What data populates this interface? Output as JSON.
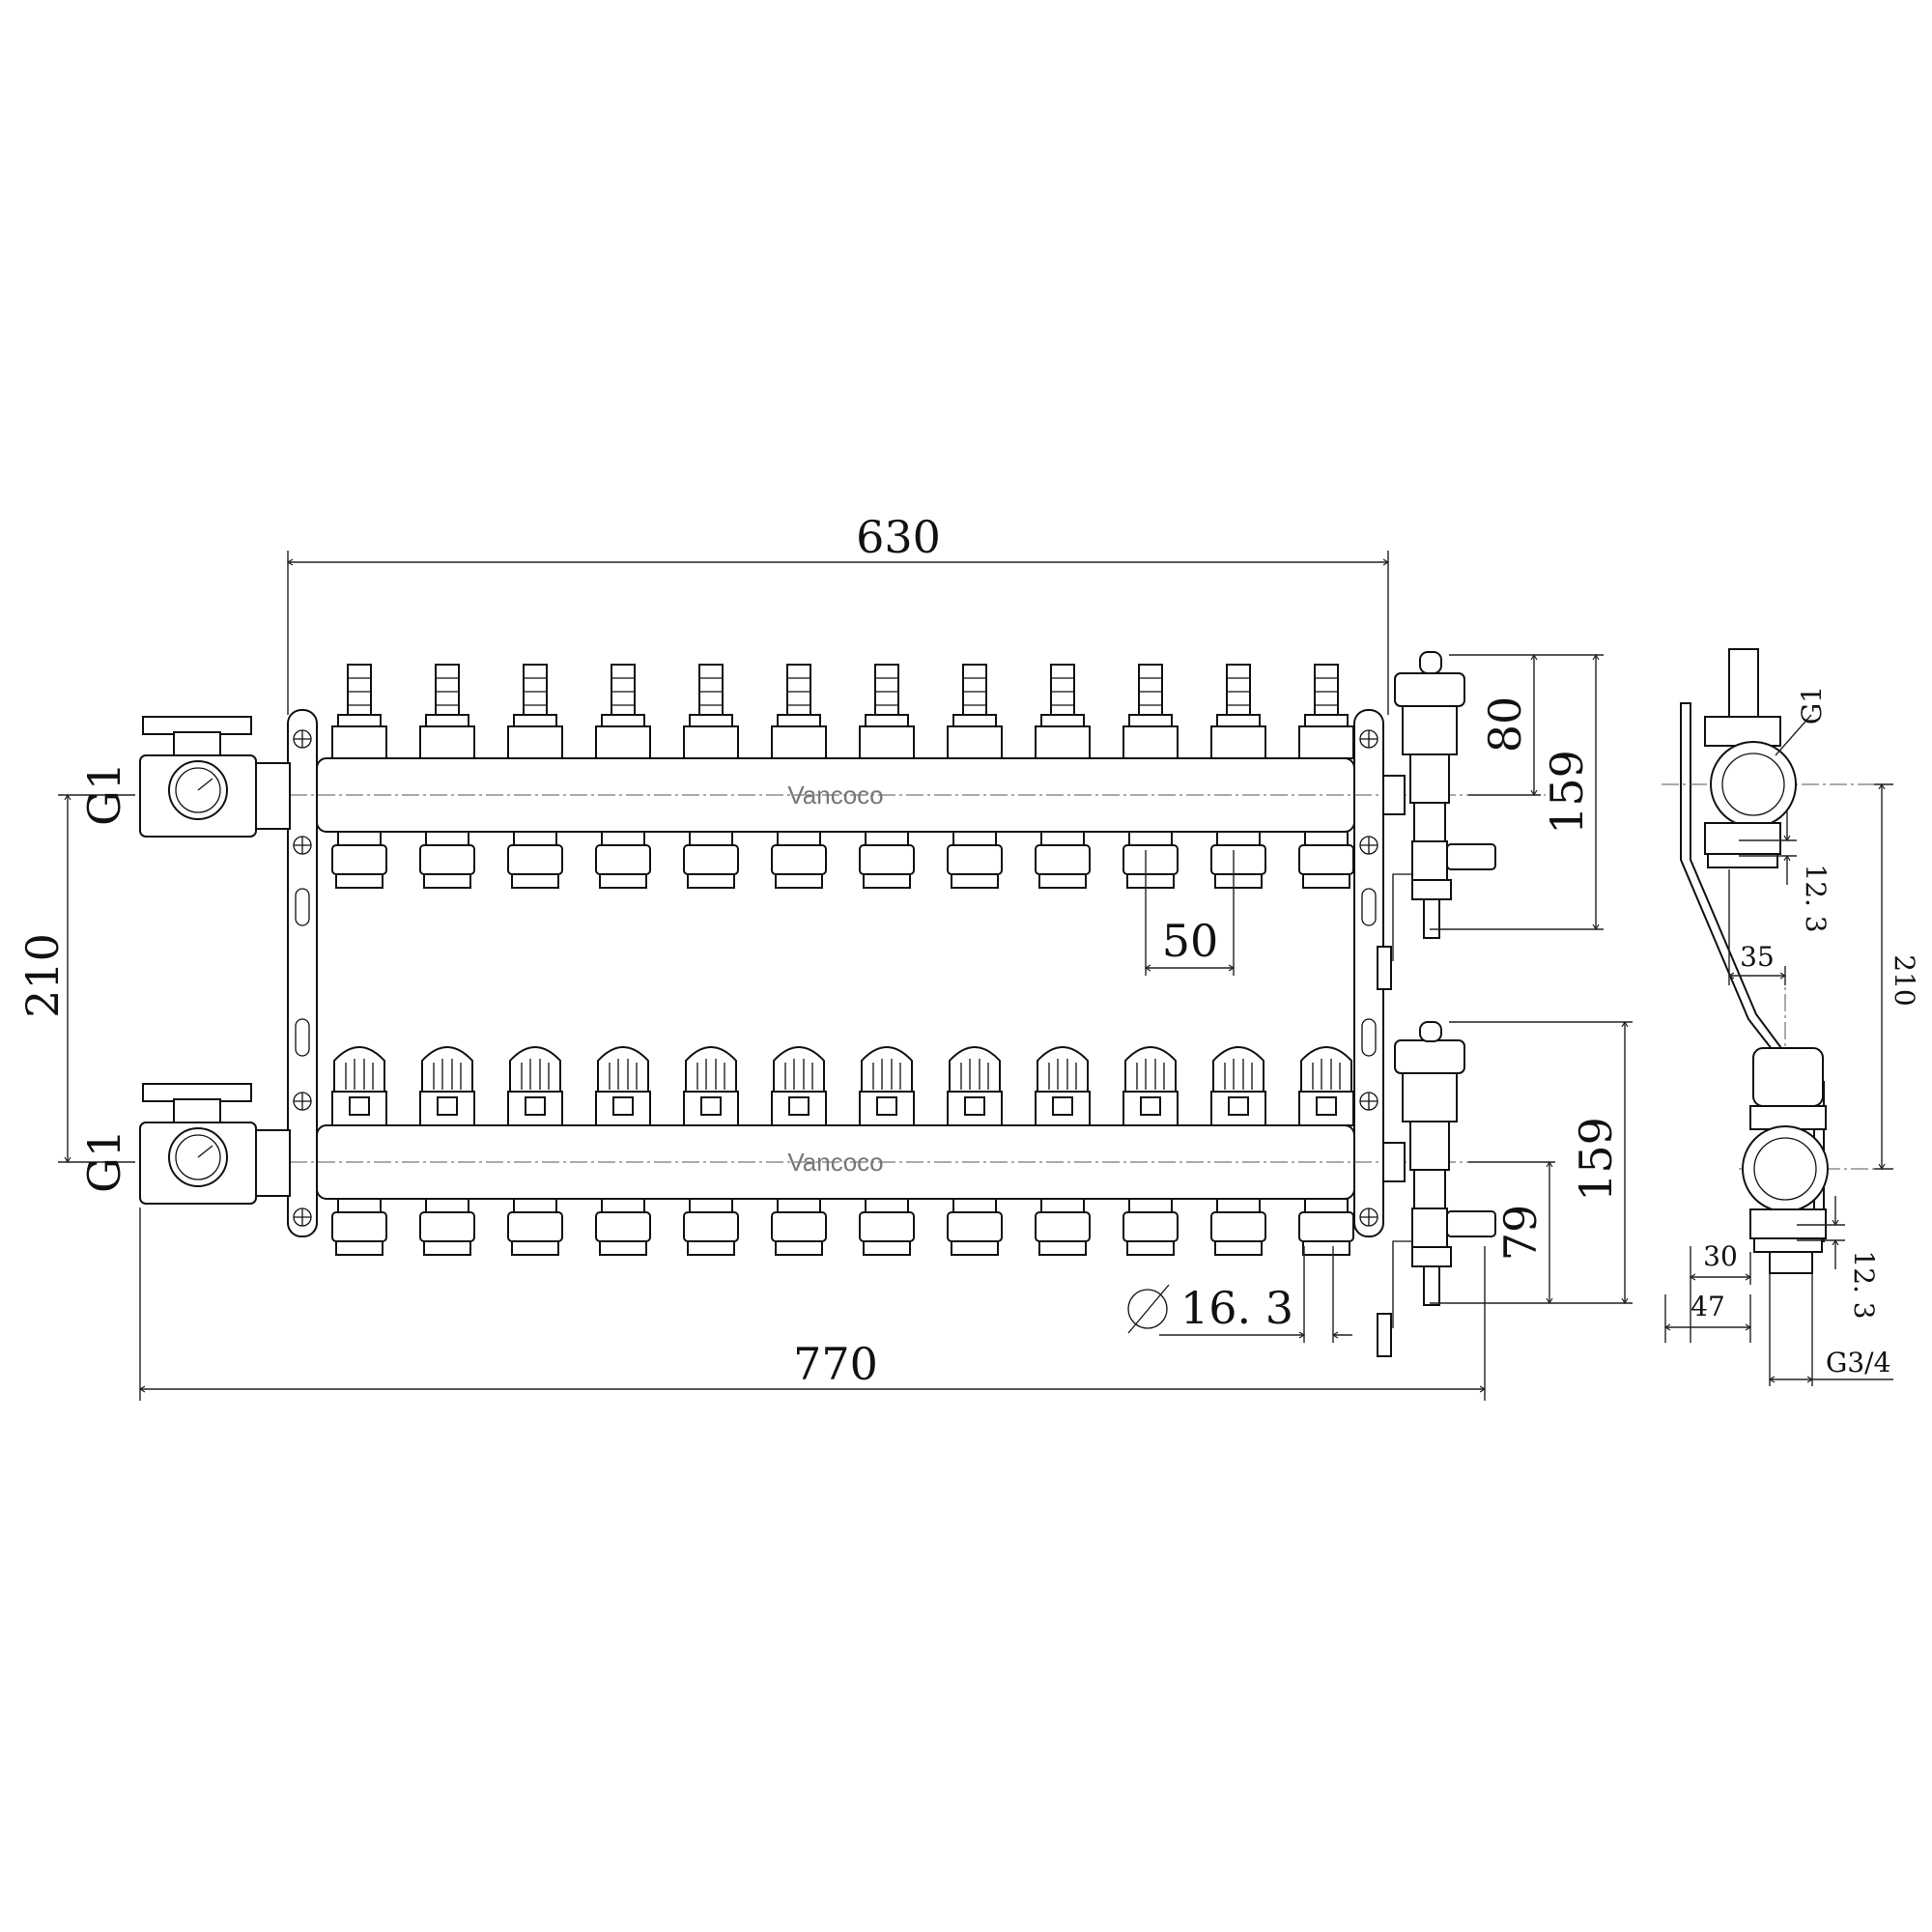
{
  "brand": "Vancoco",
  "dimensions": {
    "overall_length": "770",
    "collector_length": "630",
    "header_spacing": "210",
    "outlet_spacing": "50",
    "supply_height_small": "80",
    "supply_height_large": "159",
    "return_height_small": "79",
    "return_height_large": "159",
    "outlet_diameter": "16. 3",
    "inlet_thread_top": "G1",
    "inlet_thread_bottom": "G1"
  },
  "side_view": {
    "thread_g1": "G1",
    "offset_top": "12. 3",
    "offset_bottom": "12. 3",
    "spacing": "35",
    "height": "210",
    "depth_small": "30",
    "depth_large": "47",
    "outlet_thread": "G3/4"
  },
  "manifold": {
    "outlets_per_header": 12,
    "top_header_fitting": "flowmeter",
    "bottom_header_fitting": "valve-cap"
  }
}
